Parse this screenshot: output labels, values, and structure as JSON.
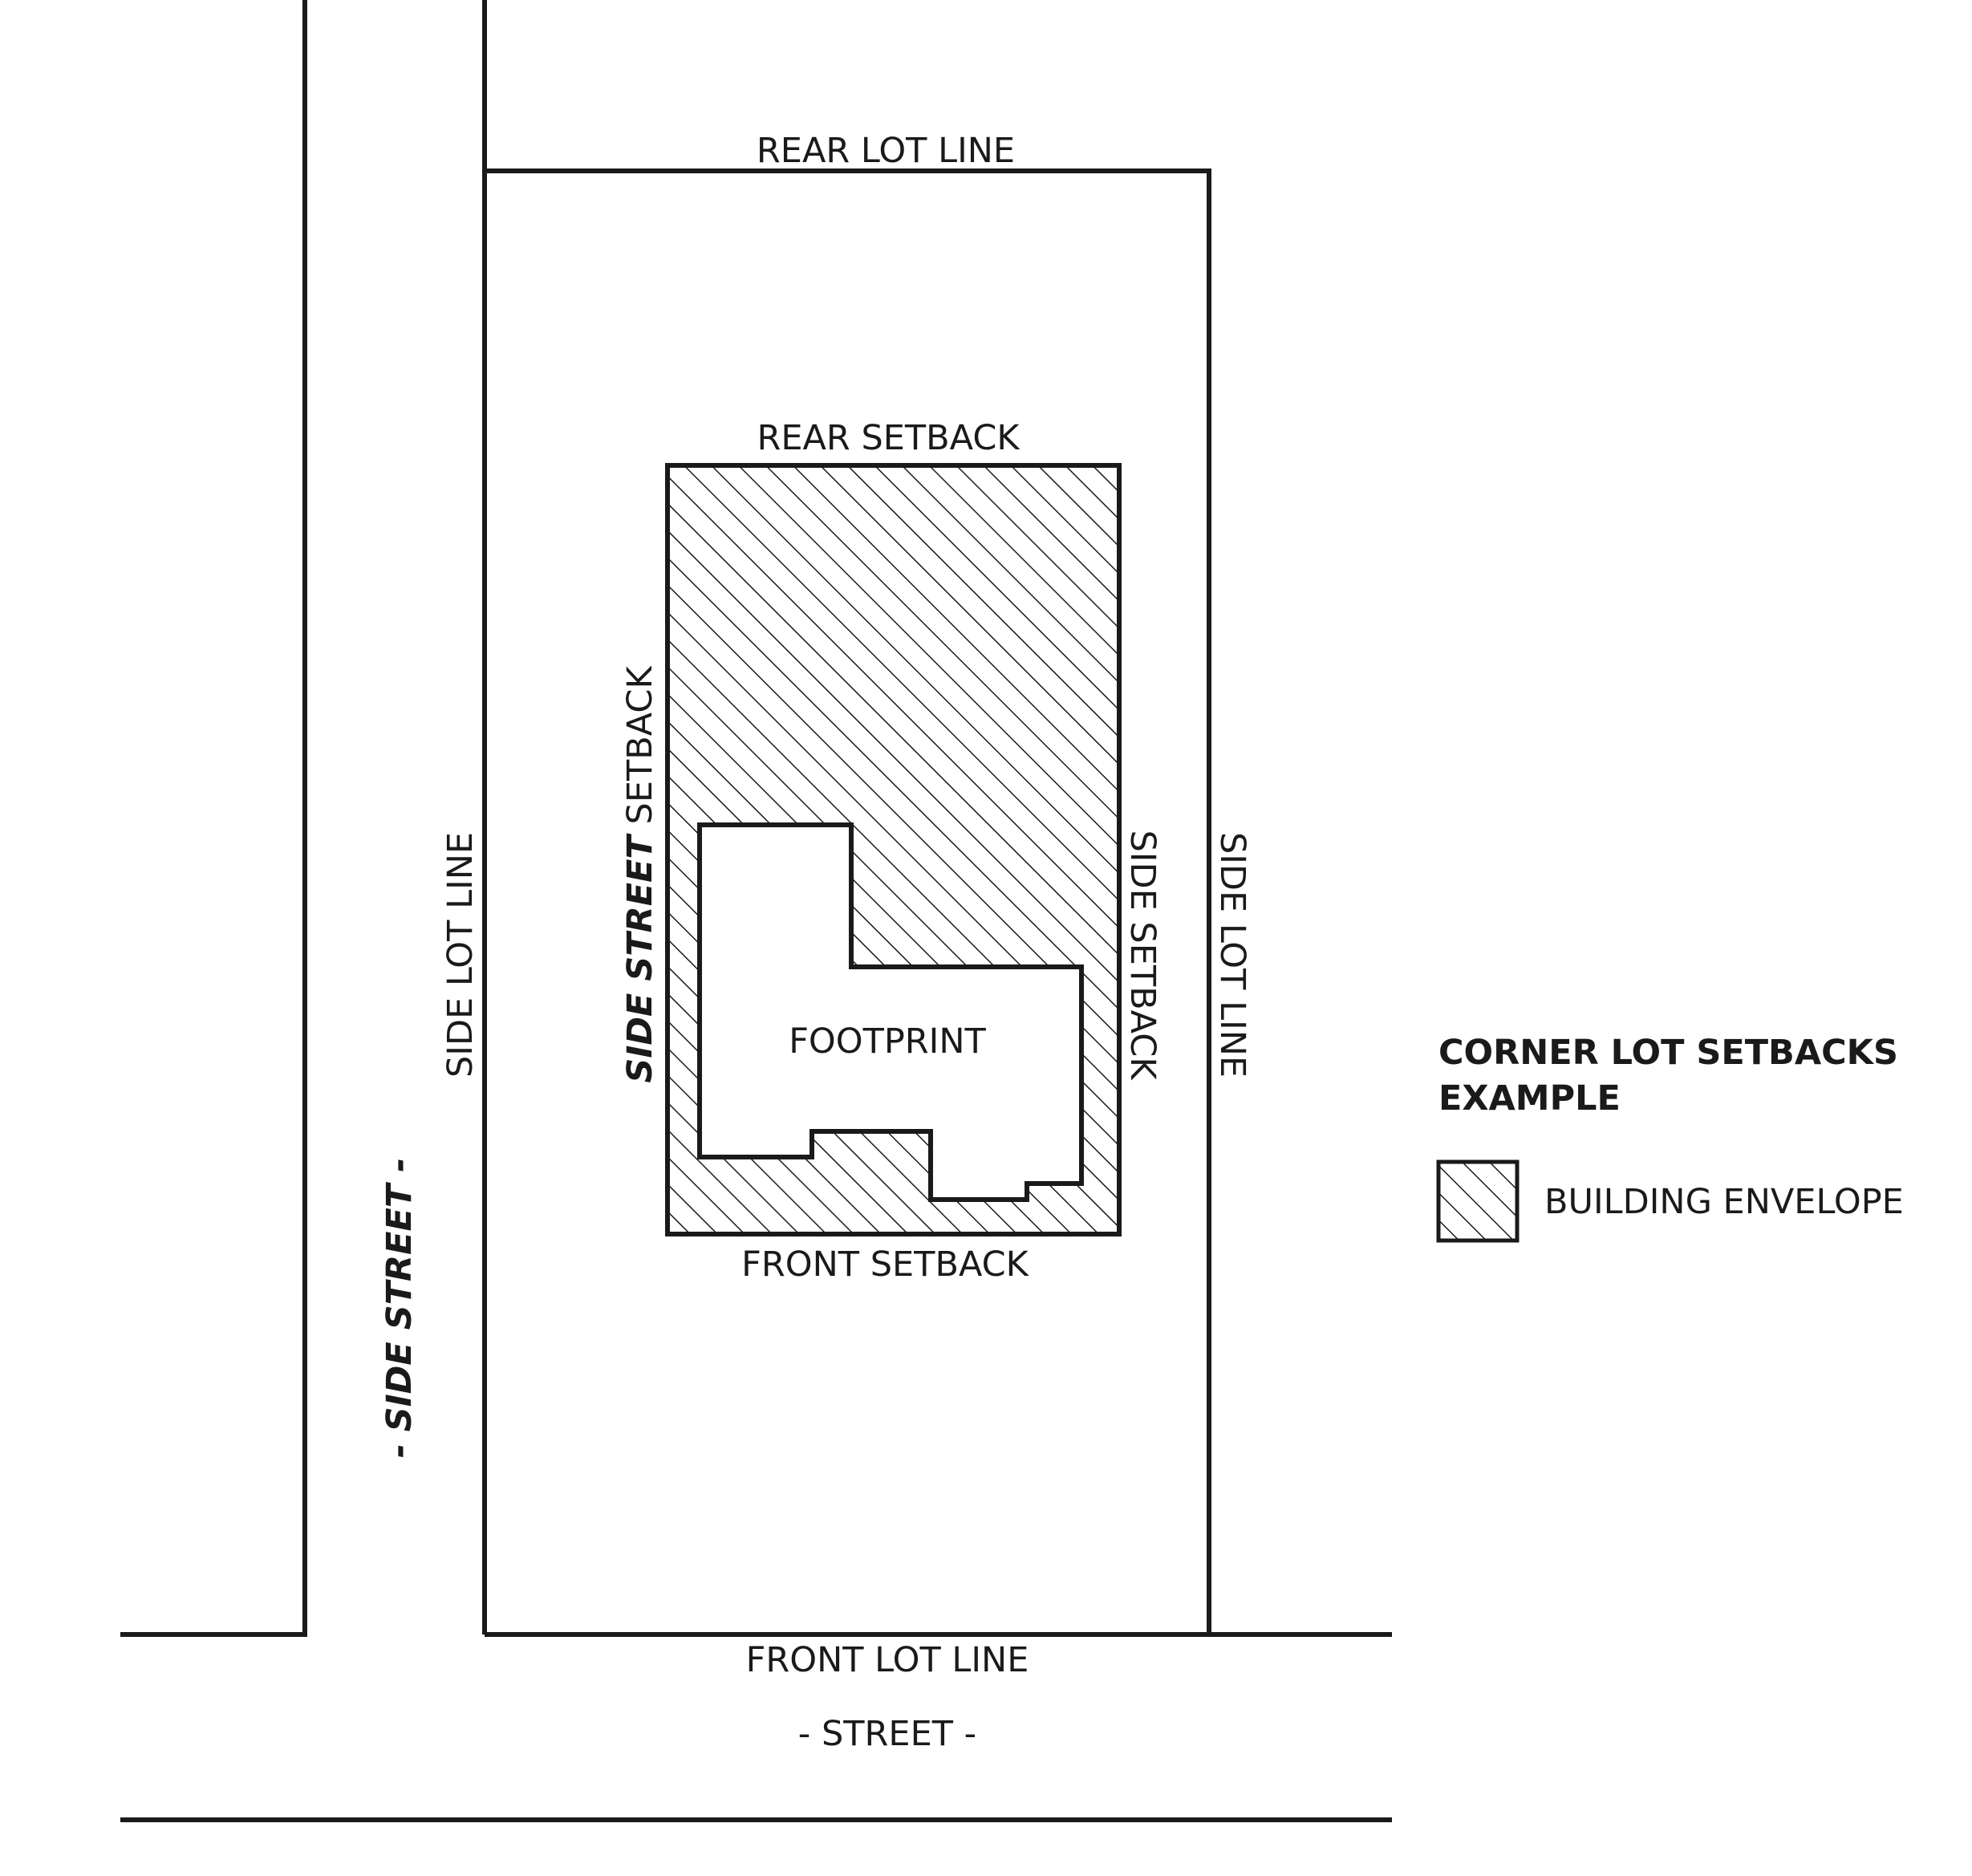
{
  "labels": {
    "rear_lot_line": "REAR LOT LINE",
    "rear_setback": "REAR SETBACK",
    "side_street_setback_emph": "SIDE STREET",
    "side_street_setback_rest": " SETBACK",
    "side_setback": "SIDE SETBACK",
    "side_lot_line_left": "SIDE LOT LINE",
    "side_lot_line_right": "SIDE LOT LINE",
    "footprint": "FOOTPRINT",
    "front_setback": "FRONT SETBACK",
    "front_lot_line": "FRONT LOT LINE",
    "street": "- STREET -",
    "side_street": "- SIDE STREET -"
  },
  "legend": {
    "title_line1": "CORNER LOT SETBACKS",
    "title_line2": "EXAMPLE",
    "item_label": "BUILDING ENVELOPE"
  },
  "colors": {
    "ink": "#1a1a1a",
    "background": "#ffffff"
  }
}
